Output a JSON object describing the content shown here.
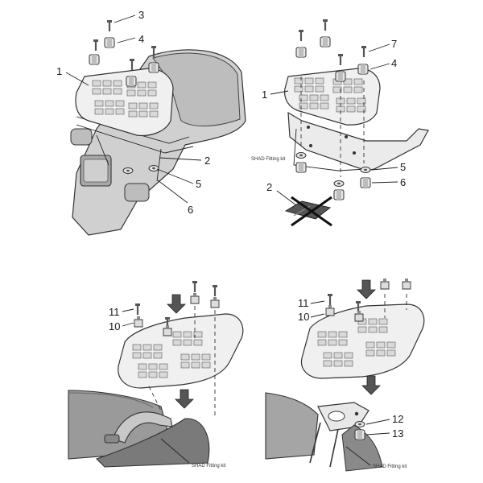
{
  "panels": [
    {
      "id": "top-left",
      "labels": [
        {
          "key": "p1-1",
          "text": "1"
        },
        {
          "key": "p1-2",
          "text": "2"
        },
        {
          "key": "p1-3",
          "text": "3"
        },
        {
          "key": "p1-4",
          "text": "4"
        },
        {
          "key": "p1-5",
          "text": "5"
        },
        {
          "key": "p1-6",
          "text": "6"
        }
      ]
    },
    {
      "id": "top-right",
      "caption": "SHAD Fitting kit",
      "labels": [
        {
          "key": "p2-1",
          "text": "1"
        },
        {
          "key": "p2-2",
          "text": "2"
        },
        {
          "key": "p2-4",
          "text": "4"
        },
        {
          "key": "p2-5",
          "text": "5"
        },
        {
          "key": "p2-6",
          "text": "6"
        },
        {
          "key": "p2-7",
          "text": "7"
        }
      ]
    },
    {
      "id": "bottom-left",
      "caption": "SHAD Fitting kit",
      "labels": [
        {
          "key": "p3-10",
          "text": "10"
        },
        {
          "key": "p3-11",
          "text": "11"
        }
      ]
    },
    {
      "id": "bottom-right",
      "caption": "SHAD Fitting kit",
      "labels": [
        {
          "key": "p4-10",
          "text": "10"
        },
        {
          "key": "p4-11",
          "text": "11"
        },
        {
          "key": "p4-12",
          "text": "12"
        },
        {
          "key": "p4-13",
          "text": "13"
        }
      ]
    }
  ]
}
